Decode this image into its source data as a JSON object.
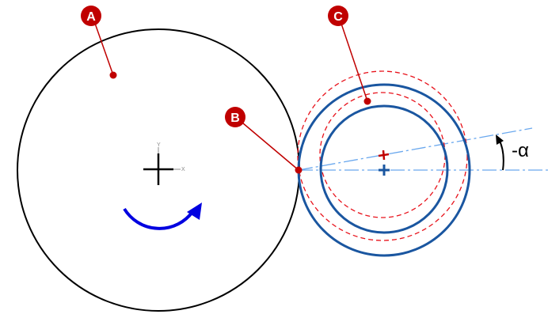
{
  "callouts": {
    "a": "A",
    "b": "B",
    "c": "C"
  },
  "angle_label": "-α",
  "axis_labels": {
    "x": "X",
    "y": "Y"
  },
  "colors": {
    "callout": "#c00000",
    "gear": "#1a56a0",
    "dashed": "#e8121b",
    "centerline": "#6aa8ee",
    "rotation": "#0000e0",
    "circle": "#000000"
  }
}
